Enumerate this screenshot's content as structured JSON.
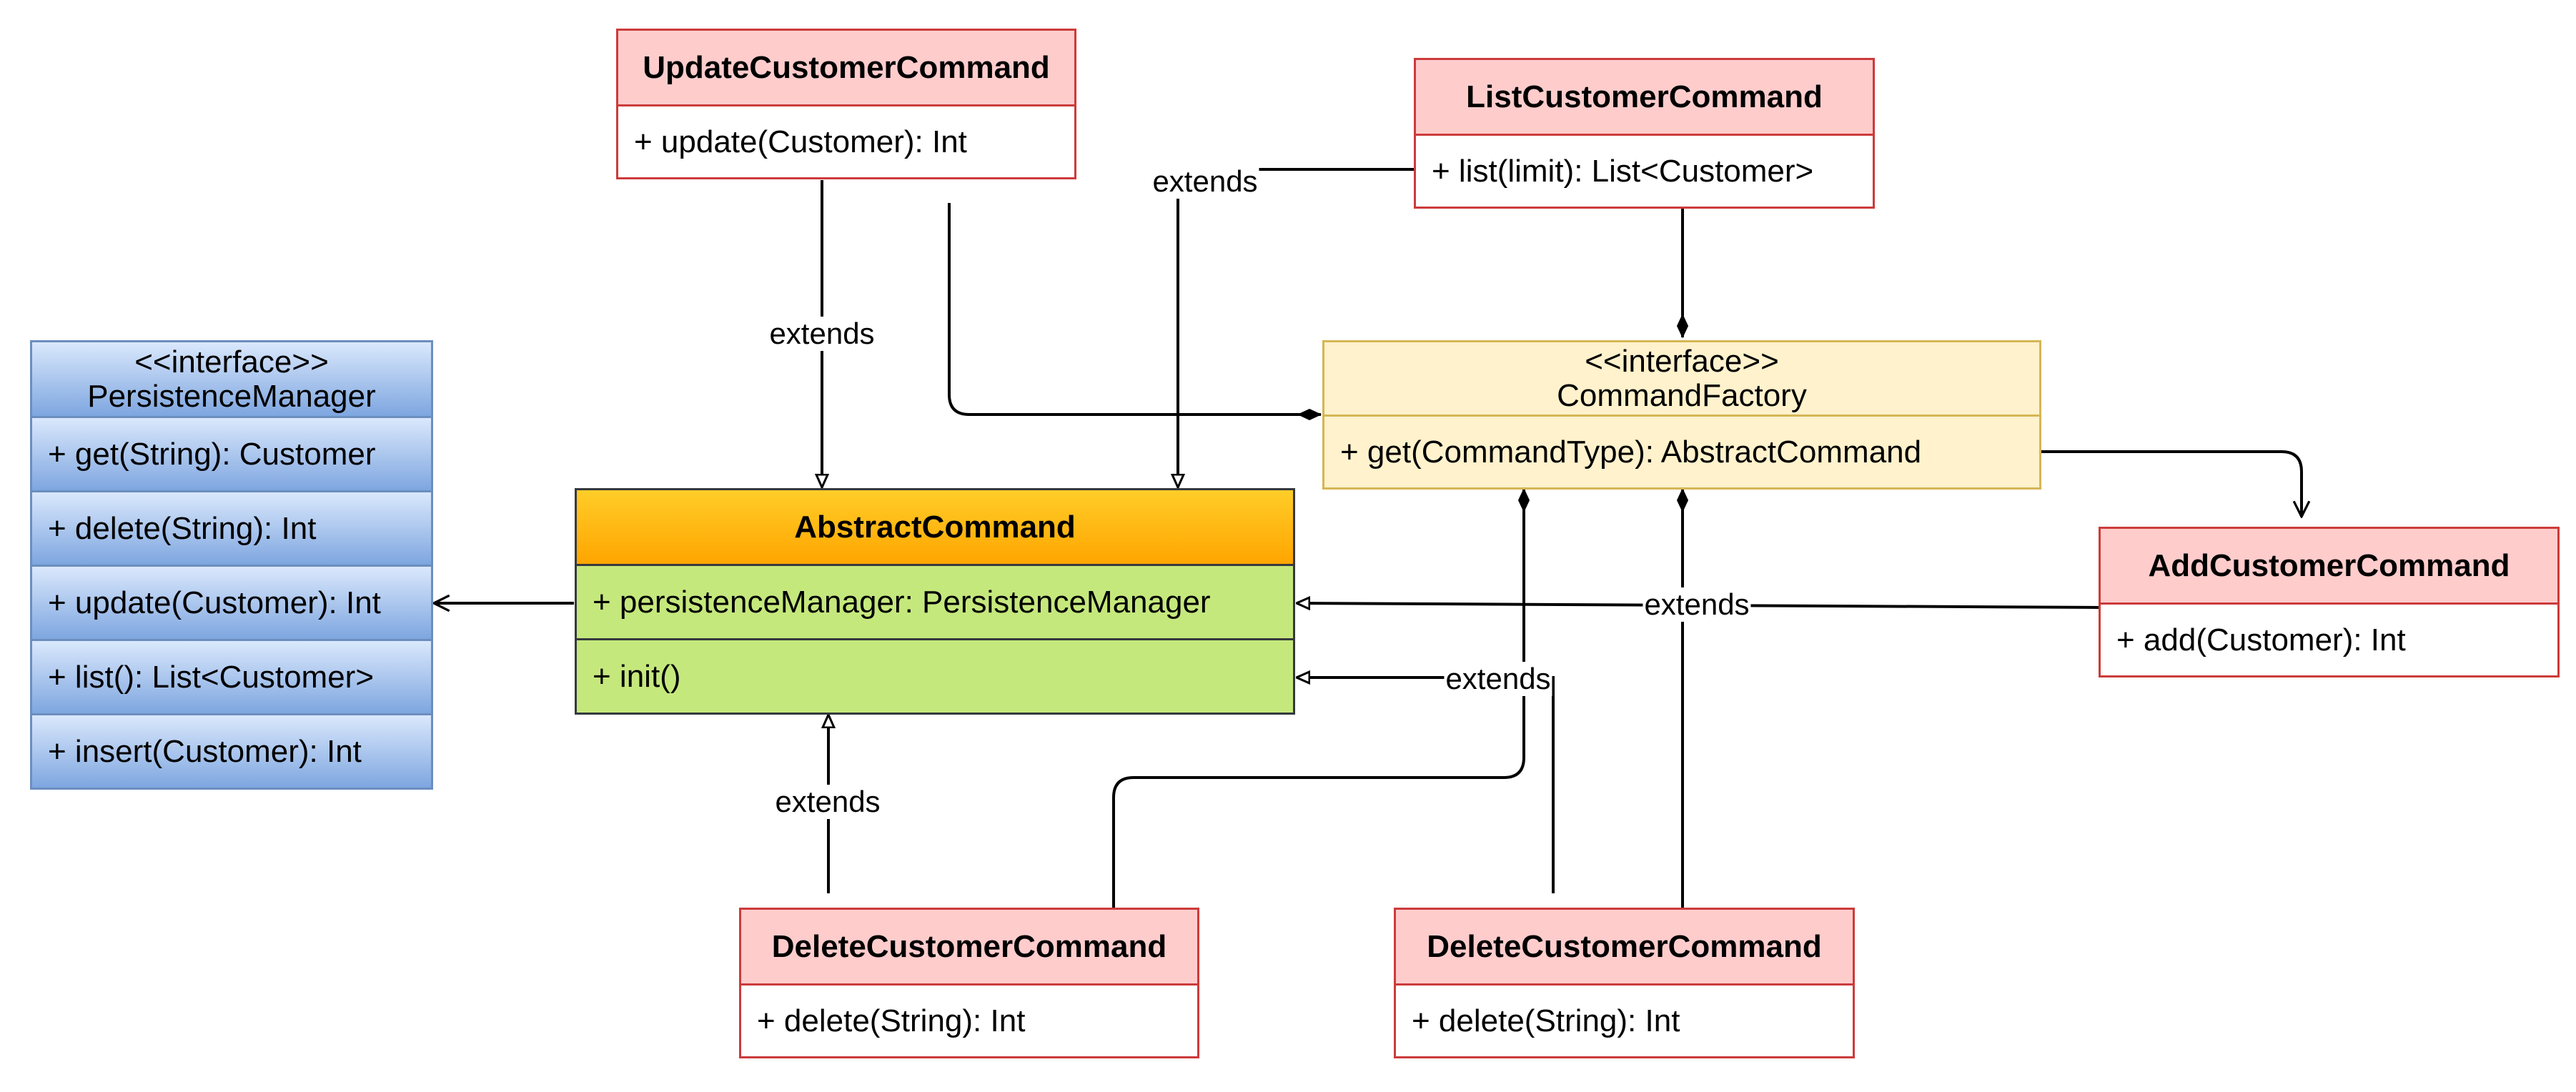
{
  "classes": {
    "update_customer": {
      "name": "UpdateCustomerCommand",
      "members": [
        "+ update(Customer): Int"
      ]
    },
    "list_customer": {
      "name": "ListCustomerCommand",
      "members": [
        "+ list(limit): List<Customer>"
      ]
    },
    "persistence_manager": {
      "stereotype": "<<interface>>",
      "name": "PersistenceManager",
      "members": [
        "+ get(String): Customer",
        "+ delete(String): Int",
        "+ update(Customer): Int",
        "+ list(): List<Customer>",
        "+ insert(Customer): Int"
      ]
    },
    "command_factory": {
      "stereotype": "<<interface>>",
      "name": "CommandFactory",
      "members": [
        "+ get(CommandType): AbstractCommand"
      ]
    },
    "abstract_command": {
      "name": "AbstractCommand",
      "members": [
        "+ persistenceManager: PersistenceManager",
        "+ init()"
      ]
    },
    "add_customer": {
      "name": "AddCustomerCommand",
      "members": [
        "+ add(Customer): Int"
      ]
    },
    "delete_customer_left": {
      "name": "DeleteCustomerCommand",
      "members": [
        "+ delete(String): Int"
      ]
    },
    "delete_customer_right": {
      "name": "DeleteCustomerCommand",
      "members": [
        "+ delete(String): Int"
      ]
    }
  },
  "edge_labels": {
    "update_extends": "extends",
    "list_extends": "extends",
    "delete_left_extends": "extends",
    "delete_right_extends": "extends",
    "add_extends": "extends"
  },
  "colors": {
    "command_fill": "#ffcccc",
    "command_border": "#cc3b3b",
    "interface_fill": "#dae8fc",
    "interface_border": "#6c8ebf",
    "factory_fill": "#fff2cc",
    "factory_border": "#d6b656",
    "abstract_header": "#ffa500",
    "abstract_body": "#c5e87d"
  }
}
